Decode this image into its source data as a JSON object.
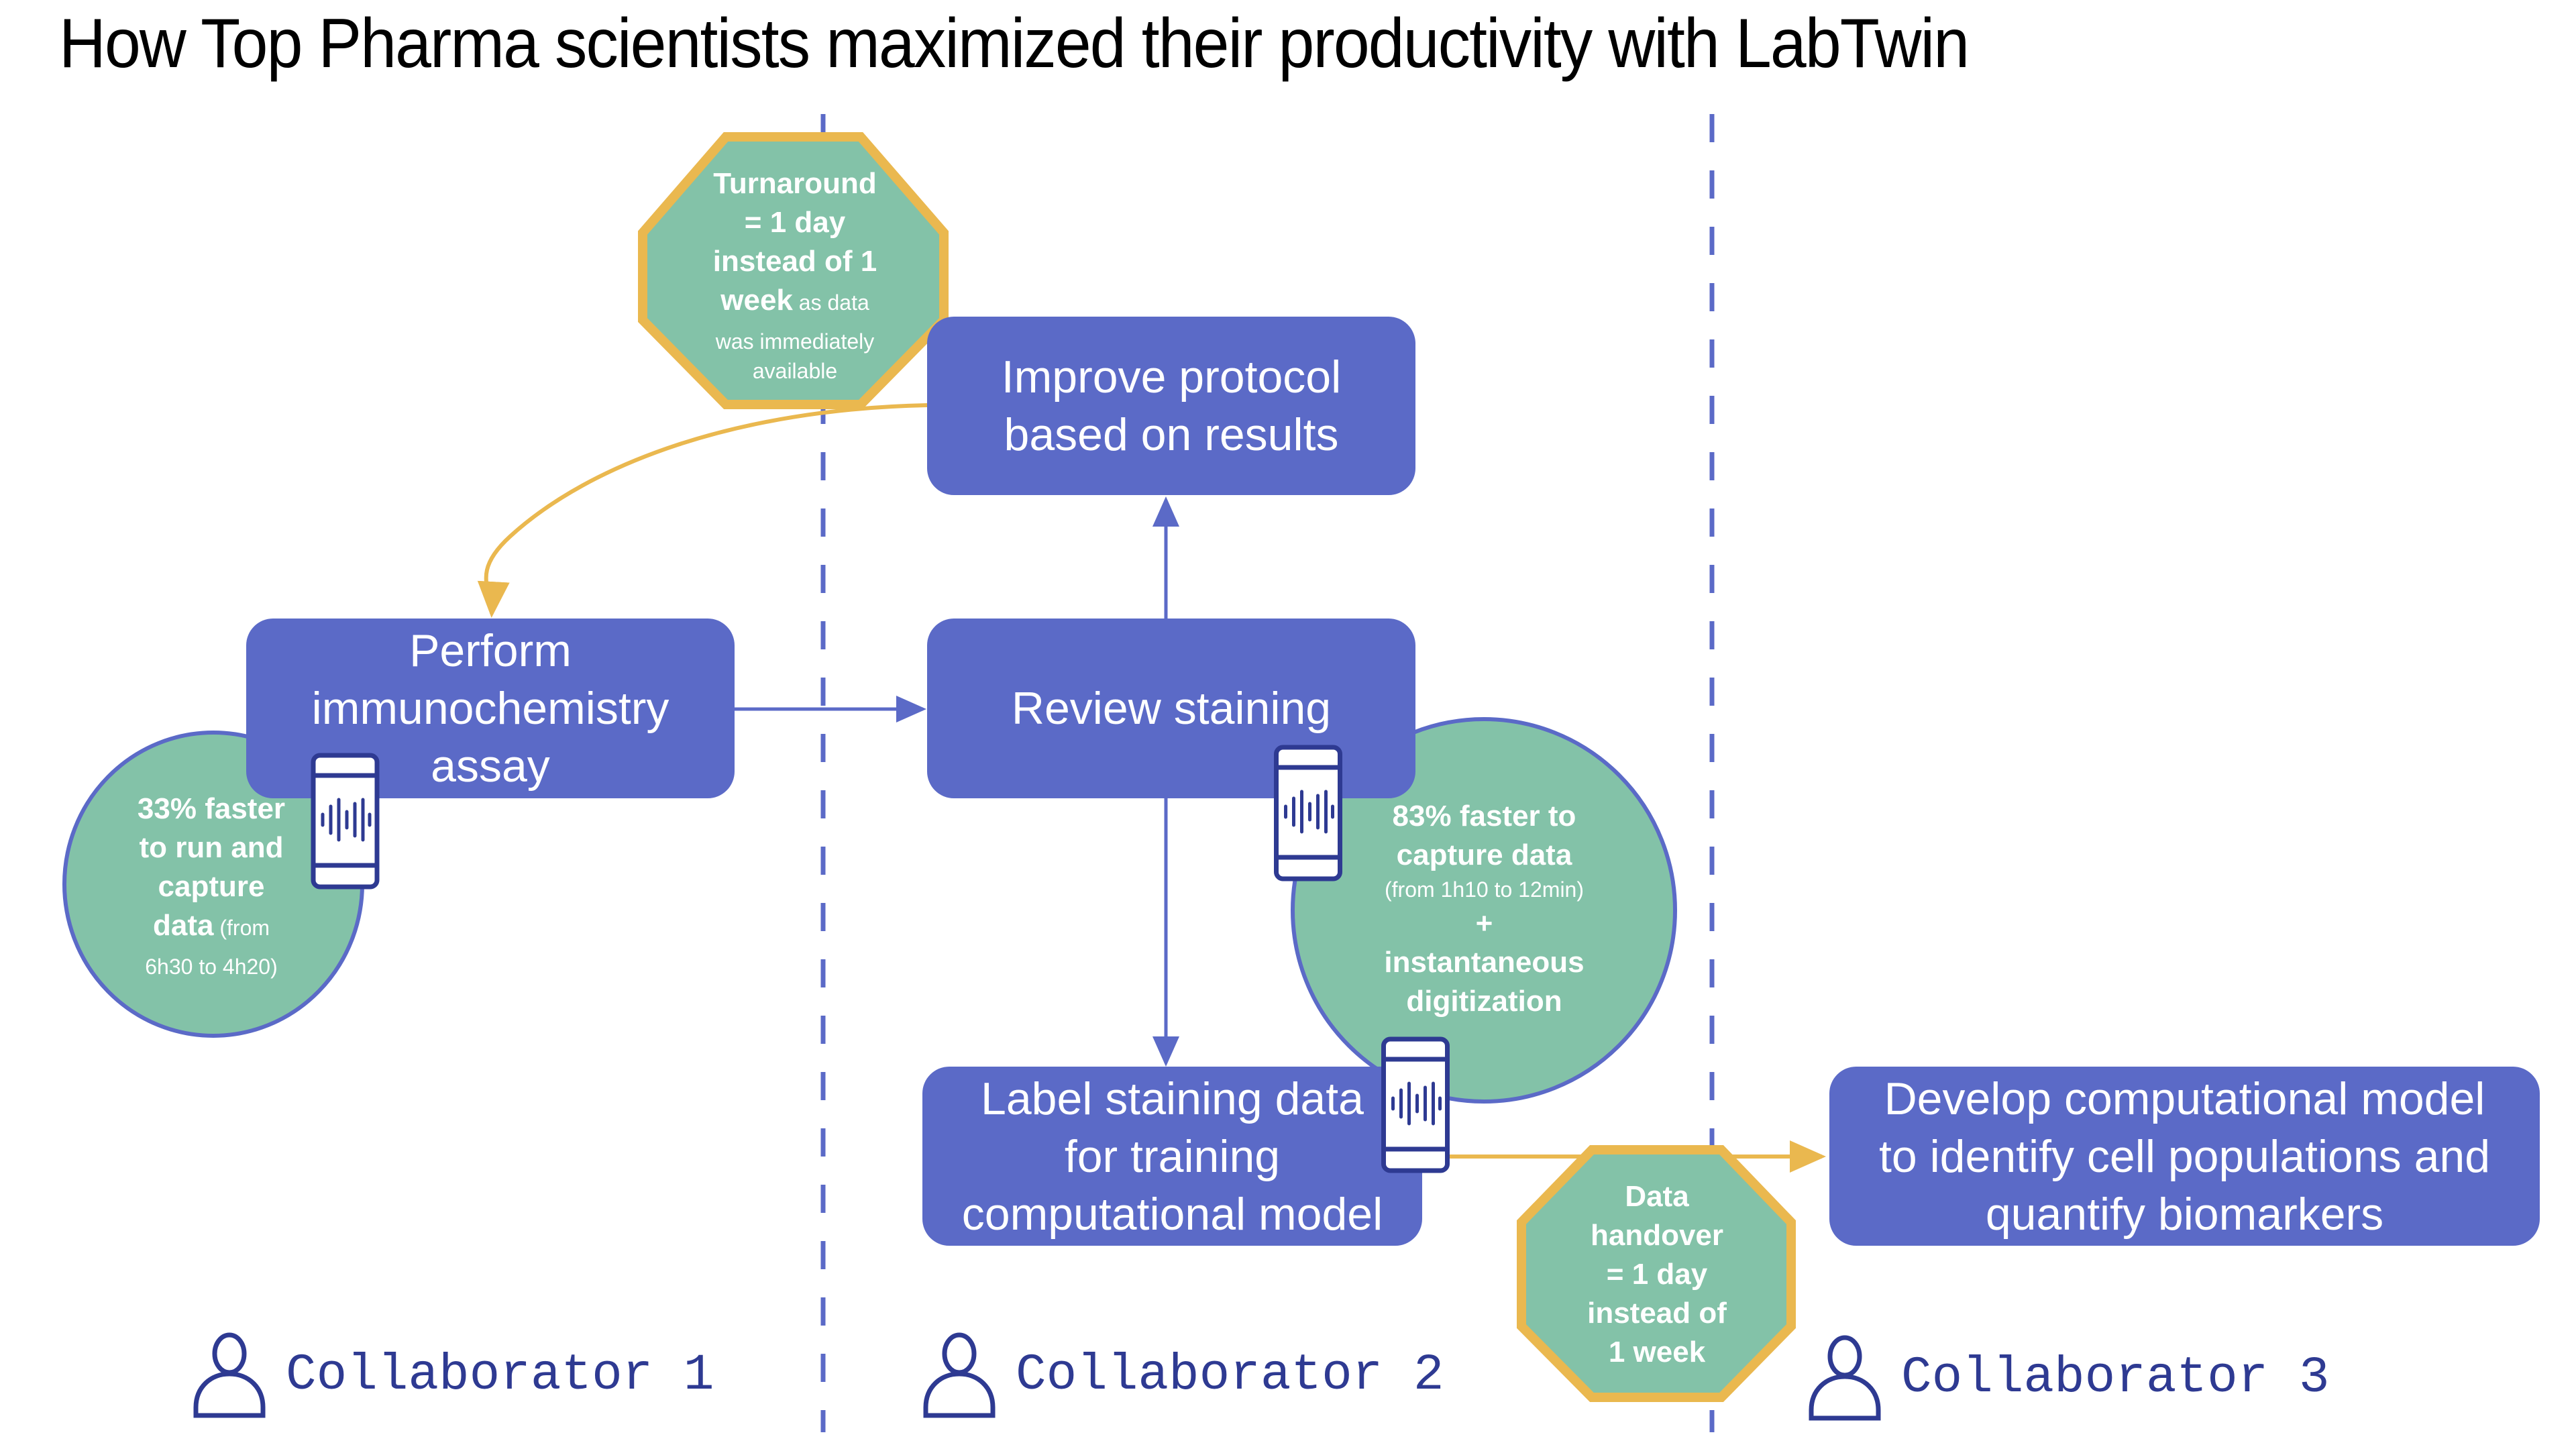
{
  "title": "How Top Pharma scientists maximized their productivity with LabTwin",
  "colors": {
    "process_box": "#5B6AC7",
    "stat_fill": "#83C2A8",
    "highlight_border": "#EAB84F",
    "lane_divider": "#5B6AC7",
    "icon_dark": "#2E3A92"
  },
  "process_steps": {
    "perform_assay": [
      "Perform",
      "immunochemistry",
      "assay"
    ],
    "review_staining": [
      "Review staining"
    ],
    "improve_protocol": [
      "Improve protocol",
      "based on results"
    ],
    "label_data": [
      "Label staining data",
      "for training",
      "computational model"
    ],
    "develop_model": [
      "Develop computational model",
      "to identify cell populations and",
      "quantify biomarkers"
    ]
  },
  "stats": {
    "turnaround": {
      "bold_lines": [
        "Turnaround",
        "= 1 day",
        "instead of 1"
      ],
      "bold_tail": "week",
      "regular_tail": " as data",
      "regular_lines": [
        "was immediately",
        "available"
      ]
    },
    "assay_speed": {
      "bold_lines": [
        "33% faster",
        "to run and",
        "capture"
      ],
      "bold_tail": "data",
      "regular_tail": " (from",
      "regular_lines": [
        "6h30 to 4h20)"
      ]
    },
    "capture_speed": {
      "bold_lines": [
        "83% faster to",
        "capture data"
      ],
      "regular_line": "(from 1h10 to 12min)",
      "plus": "+",
      "bold_lines_2": [
        "instantaneous",
        "digitization"
      ]
    },
    "handover": {
      "bold_lines": [
        "Data",
        "handover",
        "= 1 day",
        "instead of",
        "1 week"
      ]
    }
  },
  "collaborators": [
    {
      "label": "Collaborator 1",
      "icon": "person-icon"
    },
    {
      "label": "Collaborator 2",
      "icon": "person-icon"
    },
    {
      "label": "Collaborator 3",
      "icon": "person-icon"
    }
  ],
  "icons": {
    "phone": "phone-voice-icon",
    "person": "person-icon"
  }
}
